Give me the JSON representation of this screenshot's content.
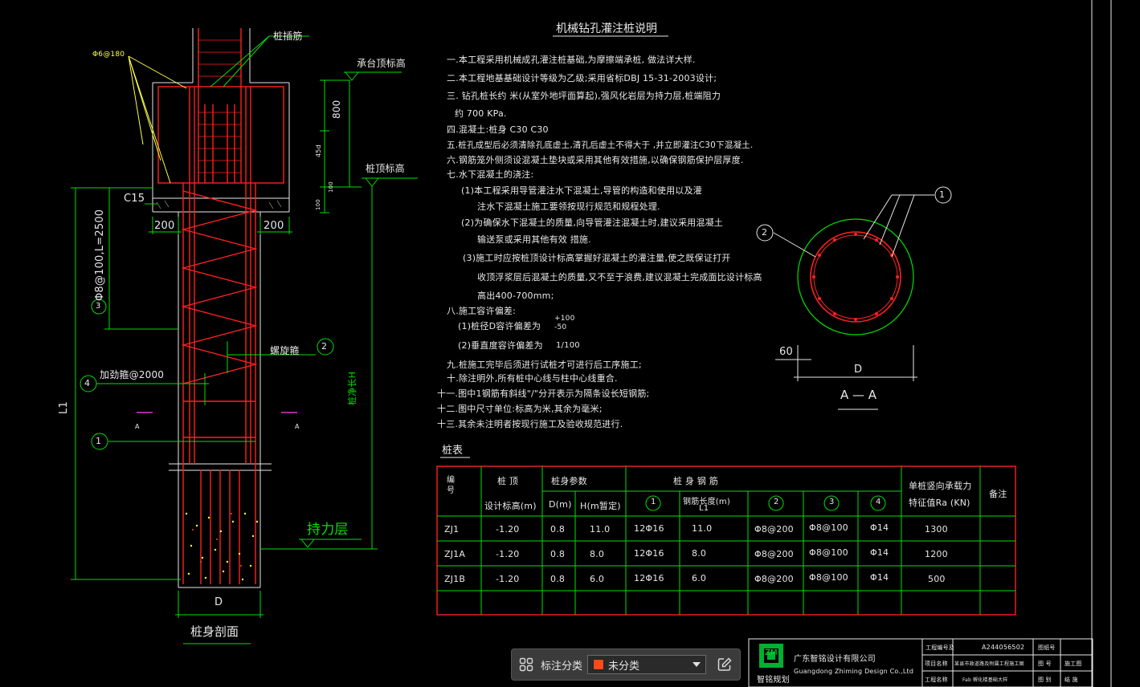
{
  "colors": {
    "background": "#000000",
    "line_green": "#00e000",
    "line_red": "#ff2020",
    "line_white": "#e8e8e8",
    "line_yellow": "#ffff40",
    "line_magenta": "#ff40ff",
    "toolbar_bg": "#3b3b3b",
    "tag_color": "#ff4a1c"
  },
  "section_left": {
    "label_rebar": "桩插筋",
    "label_phi": "Φ6@180",
    "label_cap_top": "承台顶标高",
    "dim_800": "800",
    "dim_45d": "45d",
    "dim_100a": "100",
    "dim_100b": "100",
    "label_pile_top": "桩顶标高",
    "label_c15": "C15",
    "dim_200_left": "200",
    "dim_200_right": "200",
    "label_stirrup3": "Φ8@100,L=2500",
    "circle3": "3",
    "label_spiral": "螺旋箍",
    "circle2": "2",
    "label_stiff": "加劲箍@2000",
    "circle4": "4",
    "label_L1": "L1",
    "label_a1": "A",
    "label_a2": "A",
    "circle1": "1",
    "label_pile_len": "桩净长H",
    "label_bearing": "持力层",
    "label_D": "D",
    "title": "桩身剖面"
  },
  "notes": {
    "title": "机械钻孔灌注桩说明",
    "lines": [
      "一.本工程采用机械成孔灌注桩基础,为摩擦端承桩,          做法详大样.",
      "二.本工程地基基础设计等级为乙级;采用省标DBJ 15-31-2003设计;",
      "三. 钻孔桩长约         米(从室外地坪面算起),强风化岩层为持力层,桩端阻力",
      "约  700 KPa.",
      "四.混凝土:桩身     C30      C30",
      "五.桩孔成型后必须清除孔底虚土,清孔后虚土不得大于       ,并立即灌注C30下混凝土.",
      "六.钢筋笼外侧须设混凝土垫块或采用其他有效措施,以确保钢筋保护层厚度.",
      "七.水下混凝土的浇注:",
      "(1)本工程采用导管灌注水下混凝土,导管的构造和使用以及灌",
      "注水下混凝土施工要领按现行规范和规程处理.",
      "(2)为确保水下混凝土的质量,向导管灌注混凝土时,建议采用混凝土",
      "输送泵或采用其他有效       措施.",
      "(3)施工时应按桩顶设计标高掌握好混凝土的灌注量,使之既保证打开",
      "收顶浮浆层后混凝土的质量,又不至于浪费,建议混凝土完成面比设计标高",
      "高出400-700mm;",
      "八.施工容许偏差:",
      "(1)桩径D容许偏差为",
      "(2)垂直度容许偏差为",
      "九.桩施工完毕后须进行试桩才可进行后工序施工;",
      "十.除注明外,所有桩中心线与柱中心线重合.",
      "十一.图中1钢筋有斜线\"/\"分开表示为隔条设长短钢筋;",
      "十二.图中尺寸单位:标高为米,其余为毫米;",
      "十三.其余未注明者按现行施工及验收规范进行."
    ],
    "tol1_top": "+100",
    "tol1_bot": "-50",
    "tol2": "1/100"
  },
  "section_aa": {
    "label_60": "60",
    "label_D": "D",
    "title": "A — A",
    "circle1": "1",
    "circle2": "2"
  },
  "pile_table": {
    "caption": "桩表",
    "headers": {
      "id": "编号",
      "top": "桩 顶",
      "top2": "设计标高(m)",
      "body": "桩身参数",
      "d": "D(m)",
      "h": "H(m暂定)",
      "rebar": "桩 身 钢 筋",
      "c1": "1",
      "l1": "钢筋长度(m)",
      "l1b": "L1",
      "c2": "2",
      "c3": "3",
      "c4": "4",
      "cap": "单桩竖向承载力",
      "cap2": "特征值Ra (KN)",
      "remark": "备注"
    },
    "rows": [
      {
        "id": "ZJ1",
        "top": "-1.20",
        "d": "0.8",
        "h": "11.0",
        "r1": "12Φ16",
        "l1": "11.0",
        "r2": "Φ8@200",
        "r3": "Φ8@100",
        "r4": "Φ14",
        "cap": "1300"
      },
      {
        "id": "ZJ1A",
        "top": "-1.20",
        "d": "0.8",
        "h": "8.0",
        "r1": "12Φ16",
        "l1": "8.0",
        "r2": "Φ8@200",
        "r3": "Φ8@100",
        "r4": "Φ14",
        "cap": "1200"
      },
      {
        "id": "ZJ1B",
        "top": "-1.20",
        "d": "0.8",
        "h": "6.0",
        "r1": "12Φ16",
        "l1": "6.0",
        "r2": "Φ8@200",
        "r3": "Φ8@100",
        "r4": "Φ14",
        "cap": "500"
      }
    ]
  },
  "title_block": {
    "company_cn": "广东智铭设计有限公司",
    "company_en": "Guangdong Zhiming Design Co.,Ltd",
    "logo_text": "ZM",
    "brand": "智铭规划",
    "row1_a": "工程编号及",
    "row1_b": "A244056502",
    "row1_c": "图纸号",
    "row2_a": "项目名称",
    "row2_b": "某县市政道路及附属工程施工图",
    "row2_c": "图 号",
    "row2_d": "施工图",
    "row3_a": "工程名称",
    "row3_b": "Fab 孵化楼基础大样",
    "row3_c": "图 别",
    "row3_d": "结 施"
  },
  "toolbar": {
    "label": "标注分类",
    "selected": "未分类",
    "grid_icon": "grid-icon",
    "edit_icon": "edit-icon"
  }
}
